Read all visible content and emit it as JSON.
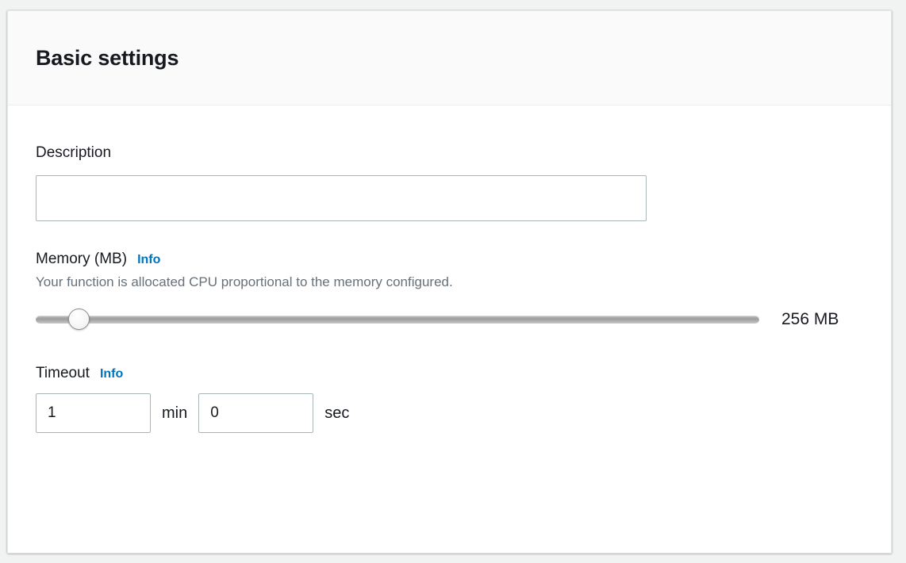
{
  "panel": {
    "title": "Basic settings"
  },
  "description": {
    "label": "Description",
    "value": "",
    "placeholder": ""
  },
  "memory": {
    "label": "Memory (MB)",
    "info_label": "Info",
    "help_text": "Your function is allocated CPU proportional to the memory configured.",
    "value_display": "256 MB",
    "slider_value": 256,
    "slider_min": 128,
    "slider_max": 10240,
    "thumb_position_percent": 6
  },
  "timeout": {
    "label": "Timeout",
    "info_label": "Info",
    "minutes_value": "1",
    "minutes_unit": "min",
    "seconds_value": "0",
    "seconds_unit": "sec"
  },
  "colors": {
    "accent_link": "#0073bb",
    "text_primary": "#16191f",
    "text_secondary": "#687078",
    "input_border": "#aab7b8",
    "panel_header_bg": "#fafafa",
    "page_bg": "#f1f3f3"
  }
}
